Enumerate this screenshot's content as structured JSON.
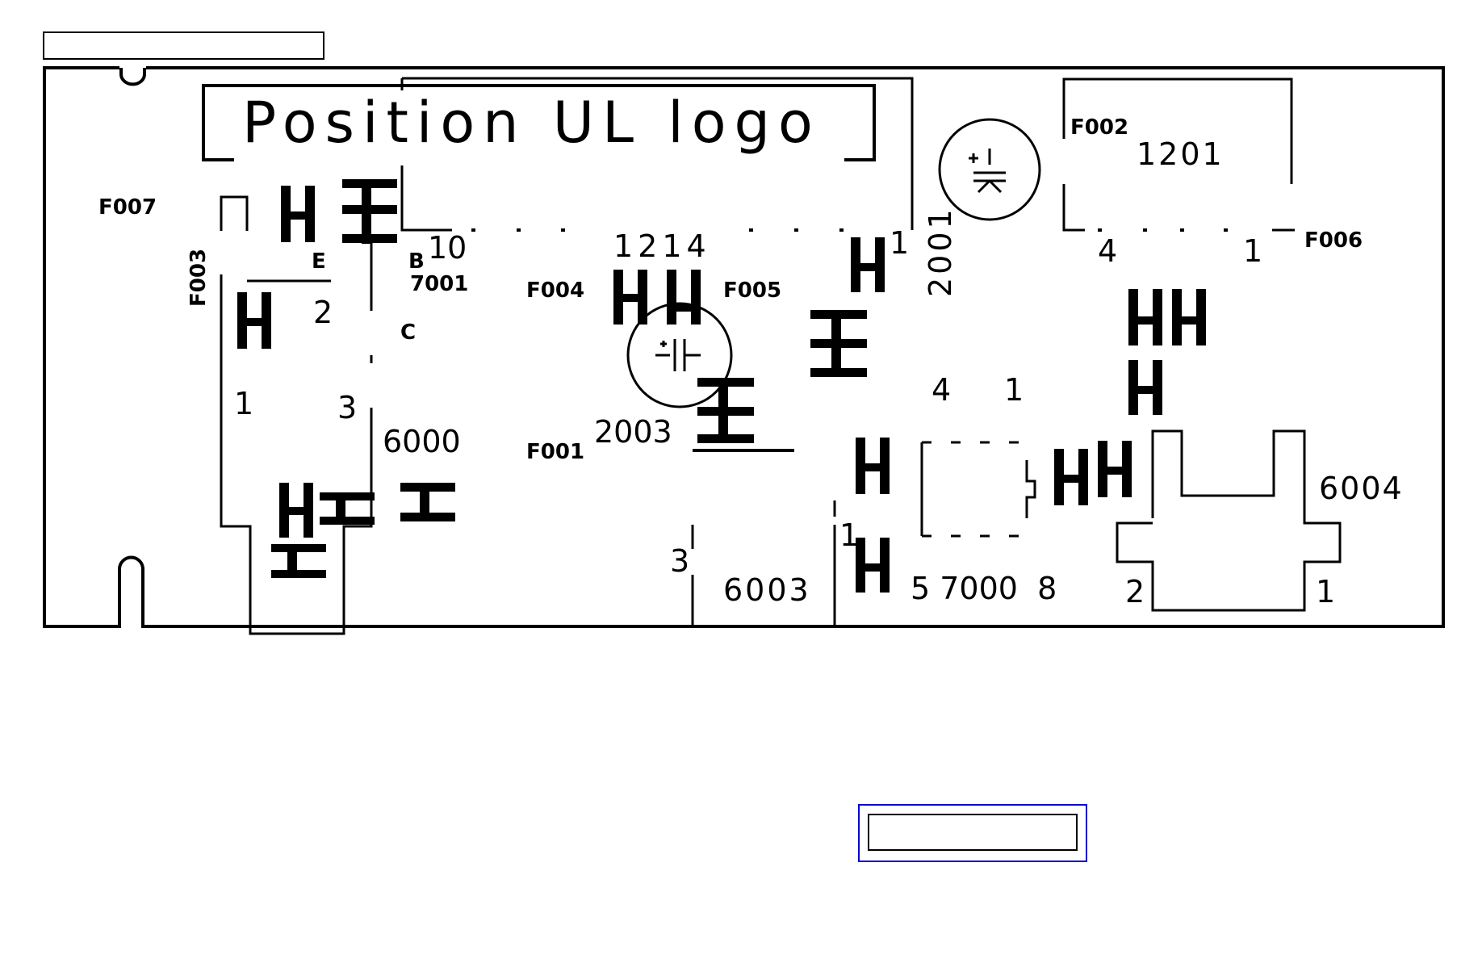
{
  "logo_text": "Position UL logo",
  "components": {
    "r7001": "7001",
    "r6000": "6000",
    "r2003": "2003",
    "r1214": "1214",
    "r2001": "2001",
    "r1201": "1201",
    "r6003": "6003",
    "r6004": "6004",
    "r7000": "5 7000  8"
  },
  "fiducials": {
    "f001": "F001",
    "f002": "F002",
    "f003": "F003",
    "f004": "F004",
    "f005": "F005",
    "f006": "F006",
    "f007": "F007"
  },
  "pins": {
    "p_10": "10",
    "p_b": "B",
    "p_e": "E",
    "p_c": "C",
    "p_2_left": "2",
    "p_1_left": "1",
    "p_3_left": "3",
    "p_1_2001": "1",
    "p_4_top": "4",
    "p_1_top": "1",
    "p_4_mid": "4",
    "p_1_mid": "1",
    "p_3_6003": "3",
    "p_1_7000": "1",
    "p_2_6004": "2",
    "p_1_6004": "1"
  },
  "colors": {
    "ink": "#000000",
    "frame_blue": "#0000cc",
    "background": "#ffffff"
  }
}
